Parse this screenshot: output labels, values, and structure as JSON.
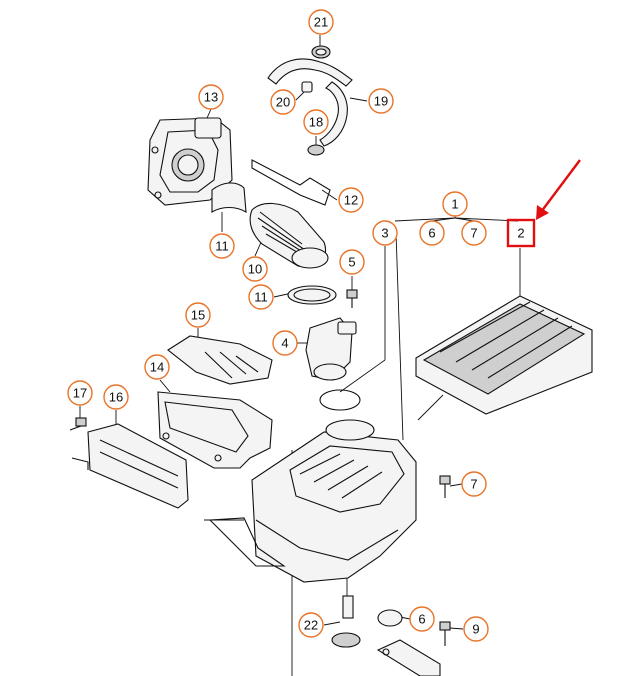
{
  "diagram": {
    "highlight_color": "#e01010",
    "callout_color": "#e8742a",
    "highlighted_part": "2",
    "callouts": [
      {
        "id": "c21",
        "label": "21"
      },
      {
        "id": "c20",
        "label": "20"
      },
      {
        "id": "c19",
        "label": "19"
      },
      {
        "id": "c13",
        "label": "13"
      },
      {
        "id": "c18",
        "label": "18"
      },
      {
        "id": "c12",
        "label": "12"
      },
      {
        "id": "c1",
        "label": "1"
      },
      {
        "id": "c3",
        "label": "3"
      },
      {
        "id": "c6a",
        "label": "6"
      },
      {
        "id": "c7a",
        "label": "7"
      },
      {
        "id": "c2",
        "label": "2"
      },
      {
        "id": "c11a",
        "label": "11"
      },
      {
        "id": "c10",
        "label": "10"
      },
      {
        "id": "c5",
        "label": "5"
      },
      {
        "id": "c11b",
        "label": "11"
      },
      {
        "id": "c15",
        "label": "15"
      },
      {
        "id": "c4",
        "label": "4"
      },
      {
        "id": "c14",
        "label": "14"
      },
      {
        "id": "c17",
        "label": "17"
      },
      {
        "id": "c16",
        "label": "16"
      },
      {
        "id": "c7b",
        "label": "7"
      },
      {
        "id": "c22",
        "label": "22"
      },
      {
        "id": "c6b",
        "label": "6"
      },
      {
        "id": "c9",
        "label": "9"
      }
    ]
  }
}
